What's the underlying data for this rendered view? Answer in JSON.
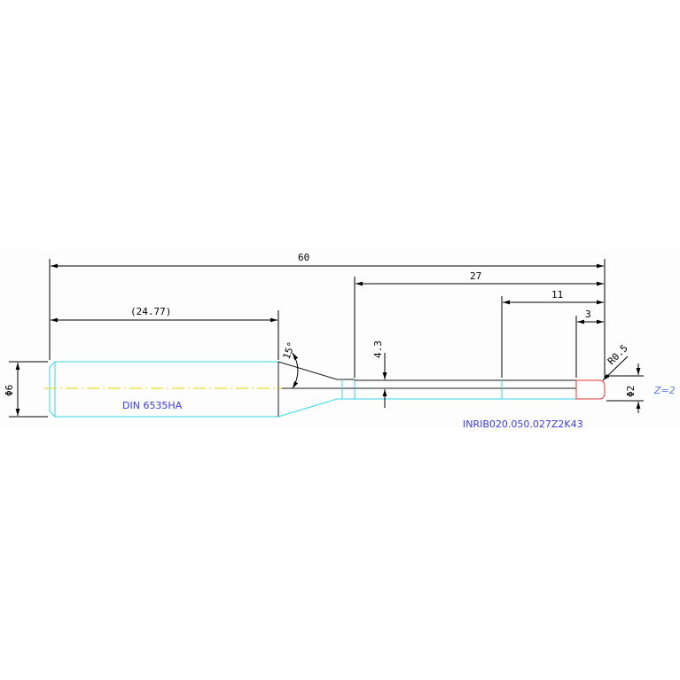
{
  "dimensions": {
    "overall_length": "60",
    "length_27": "27",
    "length_11": "11",
    "length_3": "3",
    "shank_length": "(24.77)",
    "neck_diameter": "4.3",
    "taper_angle": "15°",
    "shank_diameter": "Φ6",
    "tip_diameter": "Φ2",
    "corner_radius": "R0.5"
  },
  "labels": {
    "shank_standard": "DIN 6535HA",
    "part_number": "INRIB020.050.027Z2K43",
    "flutes": "Z=2"
  },
  "colors": {
    "outline": "#37d7e7",
    "edge": "#1a1a1a",
    "cutting_tip": "#e53935",
    "centerline": "#e8d700",
    "annotation": "#3a3ae0"
  }
}
